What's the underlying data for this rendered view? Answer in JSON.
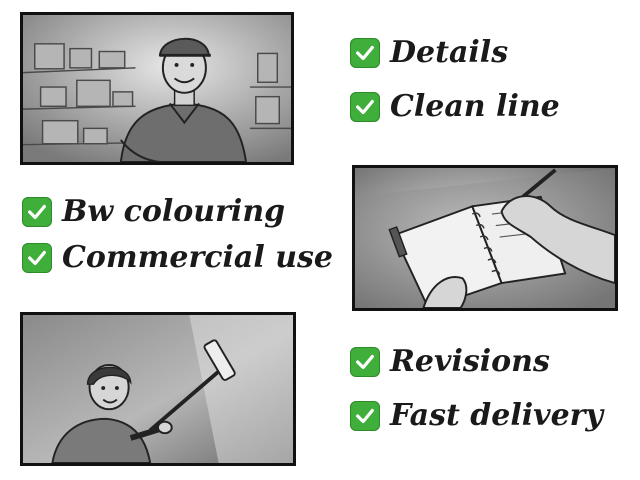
{
  "features": {
    "details": "Details",
    "clean_line": "Clean line",
    "bw_colouring": "Bw colouring",
    "commercial_use": "Commercial use",
    "revisions": "Revisions",
    "fast_delivery": "Fast delivery"
  },
  "icons": {
    "check": "check-mark-icon"
  },
  "colors": {
    "check_green": "#3fae3a",
    "text": "#1a1a1a",
    "frame": "#111111"
  }
}
